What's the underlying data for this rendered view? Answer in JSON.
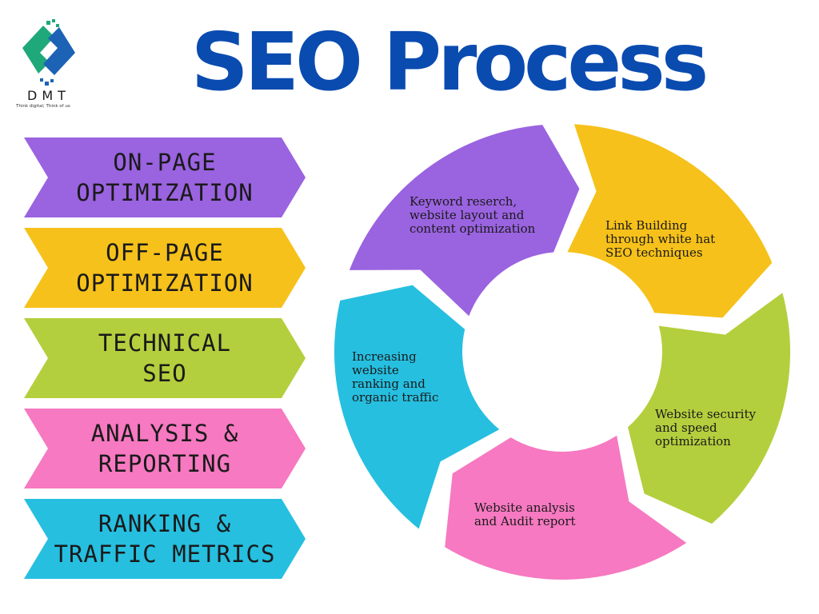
{
  "logo": {
    "title": "DMT",
    "tagline": "Think digital; Think of us",
    "icon": "dmt-logo-icon",
    "colors": {
      "green": "#1fa87a",
      "blue": "#1c63b6"
    }
  },
  "title": "SEO Process",
  "title_color": "#0a4bb0",
  "steps": [
    {
      "label": "ON-PAGE\nOPTIMIZATION",
      "color": "#9a63e0"
    },
    {
      "label": "OFF-PAGE\nOPTIMIZATION",
      "color": "#f6c11a"
    },
    {
      "label": "TECHNICAL\nSEO",
      "color": "#b3cf3d"
    },
    {
      "label": "ANALYSIS &\nREPORTING",
      "color": "#f679c1"
    },
    {
      "label": "RANKING &\nTRAFFIC METRICS",
      "color": "#26bfe0"
    }
  ],
  "cycle": [
    {
      "text": "Keyword reserch,\nwebsite layout and\ncontent optimization",
      "color": "#9a63e0"
    },
    {
      "text": "Link Building\nthrough white hat\nSEO techniques",
      "color": "#f6c11a"
    },
    {
      "text": "Website security\nand speed\noptimization",
      "color": "#b3cf3d"
    },
    {
      "text": "Website analysis\nand Audit report",
      "color": "#f679c1"
    },
    {
      "text": "Increasing\nwebsite\nranking and\norganic traffic",
      "color": "#26bfe0"
    }
  ]
}
